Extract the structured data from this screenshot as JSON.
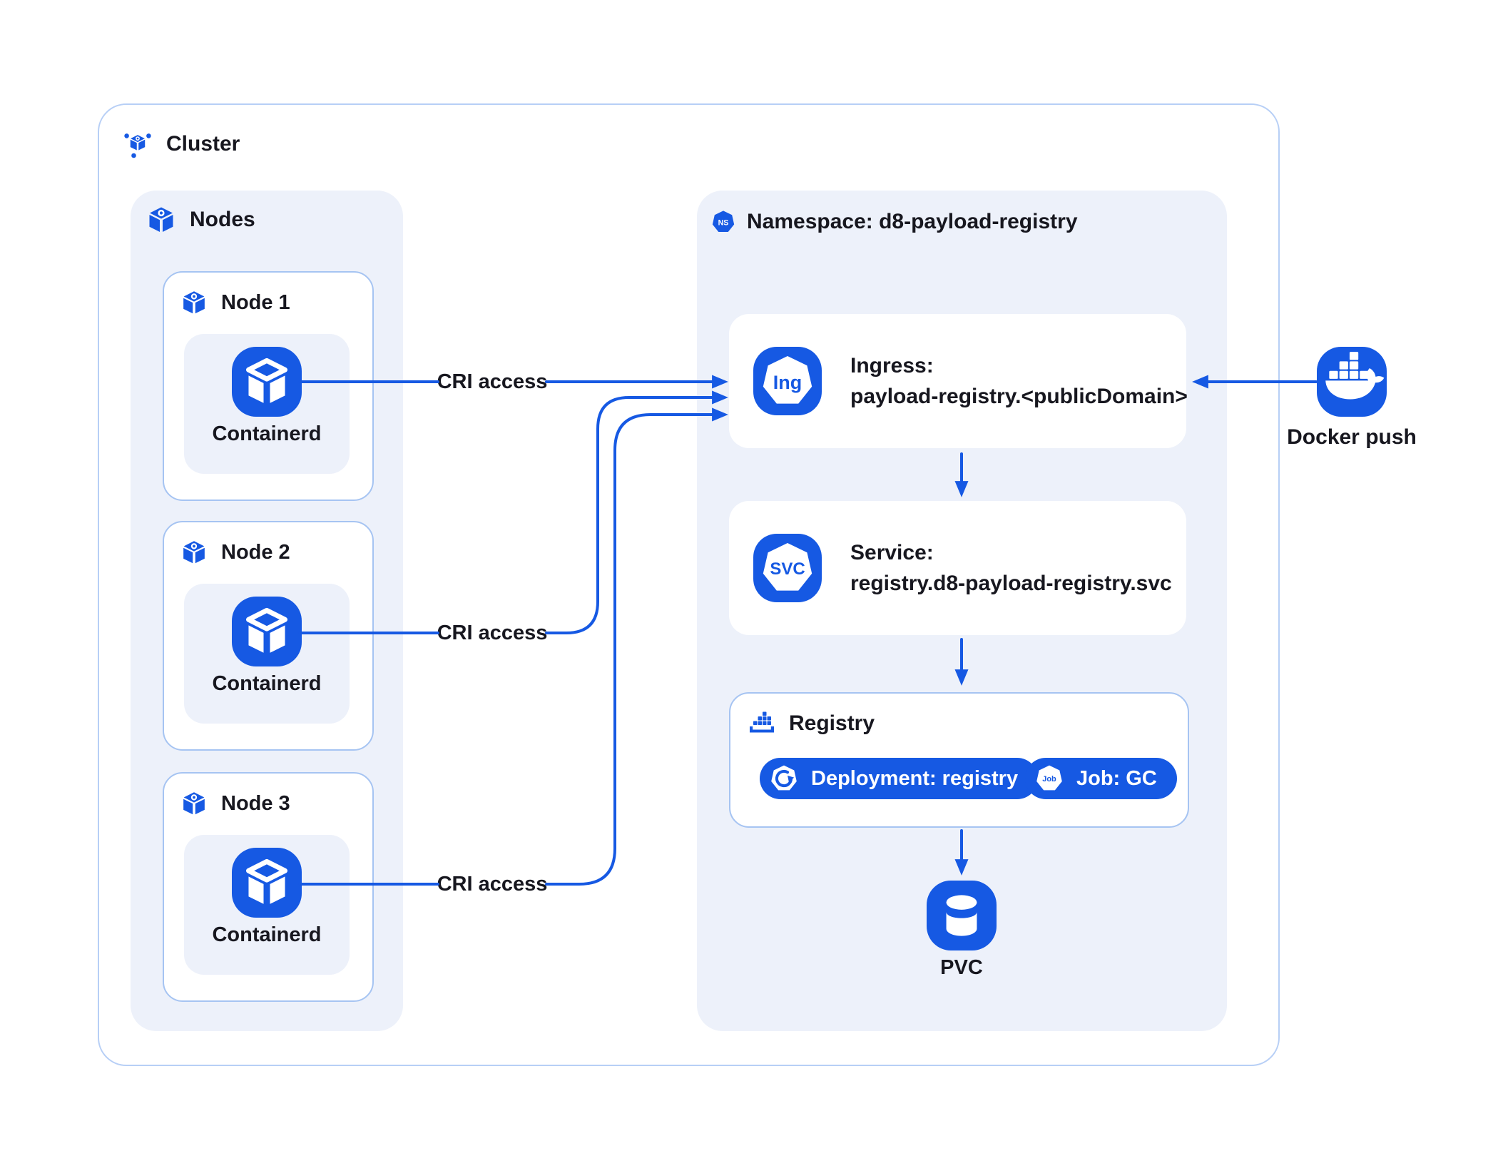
{
  "colors": {
    "primary": "#1659E3",
    "panel_bg": "#EDF1FA",
    "card_border": "#A6C4F2",
    "cluster_border": "#B7CFF6",
    "text": "#17171F"
  },
  "cluster": {
    "label": "Cluster"
  },
  "nodes_panel": {
    "label": "Nodes",
    "nodes": [
      {
        "label": "Node 1",
        "runtime": "Containerd"
      },
      {
        "label": "Node 2",
        "runtime": "Containerd"
      },
      {
        "label": "Node 3",
        "runtime": "Containerd"
      }
    ]
  },
  "namespace_panel": {
    "label": "Namespace: d8-payload-registry",
    "ns_badge": "NS",
    "ingress": {
      "icon_text": "Ing",
      "title": "Ingress:",
      "subtitle": "payload-registry.<publicDomain>"
    },
    "service": {
      "icon_text": "SVC",
      "title": "Service:",
      "subtitle": "registry.d8-payload-registry.svc"
    },
    "registry": {
      "label": "Registry",
      "deployment_label": "Deployment: registry",
      "job_badge": "Job",
      "job_label": "Job: GC"
    },
    "pvc": {
      "label": "PVC"
    }
  },
  "external": {
    "docker_label": "Docker push"
  },
  "edges": {
    "cri_label": "CRI access"
  }
}
